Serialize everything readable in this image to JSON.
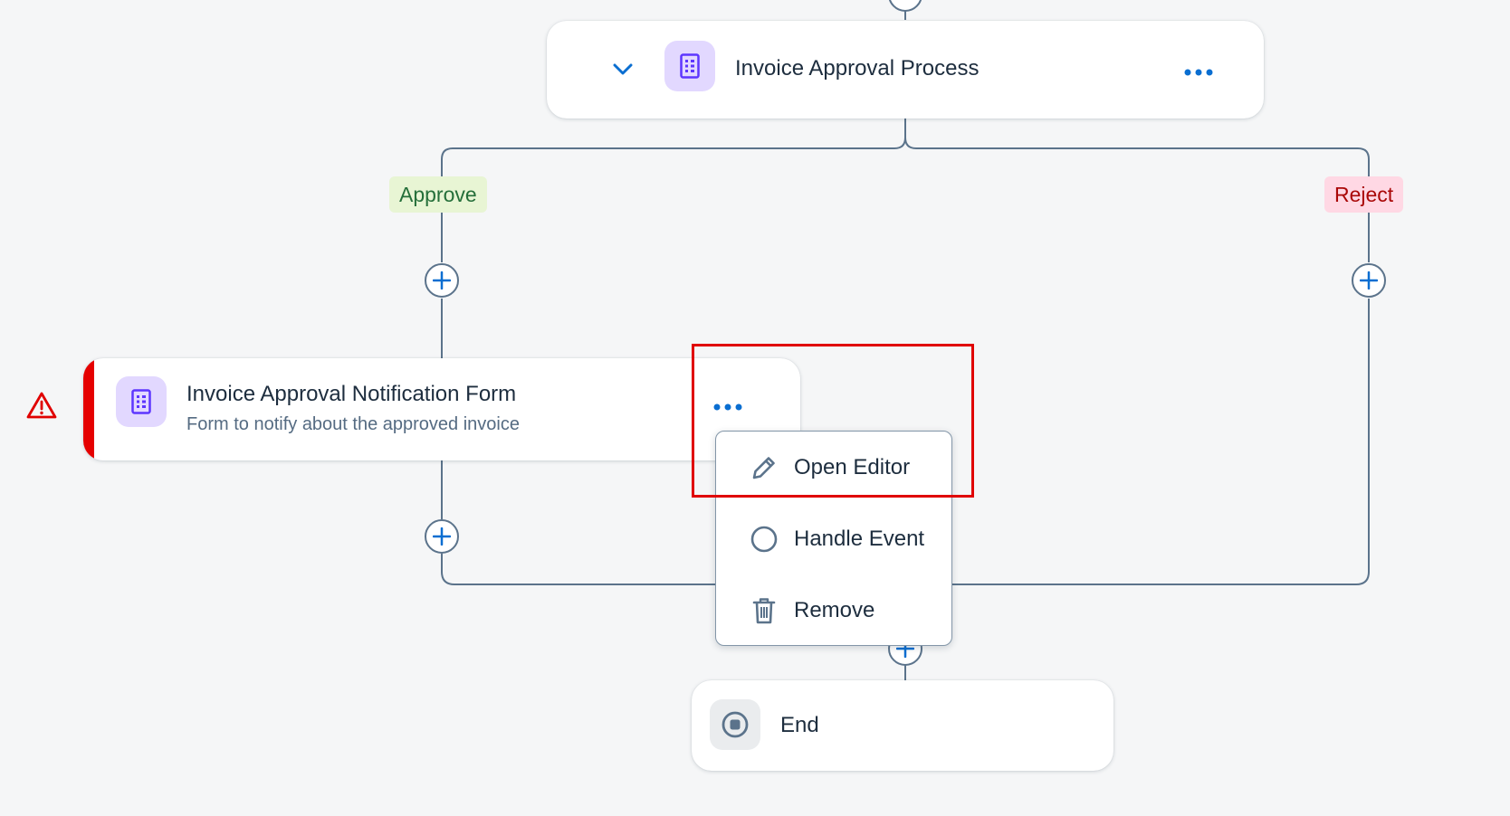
{
  "colors": {
    "canvas_bg": "#f5f6f7",
    "connector": "#5b738b",
    "accent_blue": "#0a6ed1",
    "form_icon_tile": "#e2d8ff",
    "form_icon": "#5d36ff",
    "error_red": "#e00000",
    "approve_bg": "#e8f5d4",
    "approve_text": "#256f3a",
    "reject_bg": "#ffd8e4",
    "reject_text": "#aa0808"
  },
  "process_node": {
    "title": "Invoice Approval Process",
    "icon": "form-icon",
    "collapse_icon": "chevron-down-icon",
    "more_icon": "more-horizontal-icon"
  },
  "branches": {
    "approve_label": "Approve",
    "reject_label": "Reject"
  },
  "form_node": {
    "title": "Invoice Approval Notification Form",
    "subtitle": "Form to notify about the approved invoice",
    "icon": "form-icon",
    "status": "error",
    "status_icon": "warning-icon",
    "more_icon": "more-horizontal-icon"
  },
  "context_menu": {
    "items": [
      {
        "label": "Open Editor",
        "icon": "pencil-icon"
      },
      {
        "label": "Handle Event",
        "icon": "circle-icon"
      },
      {
        "label": "Remove",
        "icon": "trash-icon"
      }
    ],
    "highlighted_item": "Open Editor"
  },
  "end_node": {
    "title": "End",
    "icon": "stop-icon"
  },
  "add_step_icon": "plus-icon"
}
